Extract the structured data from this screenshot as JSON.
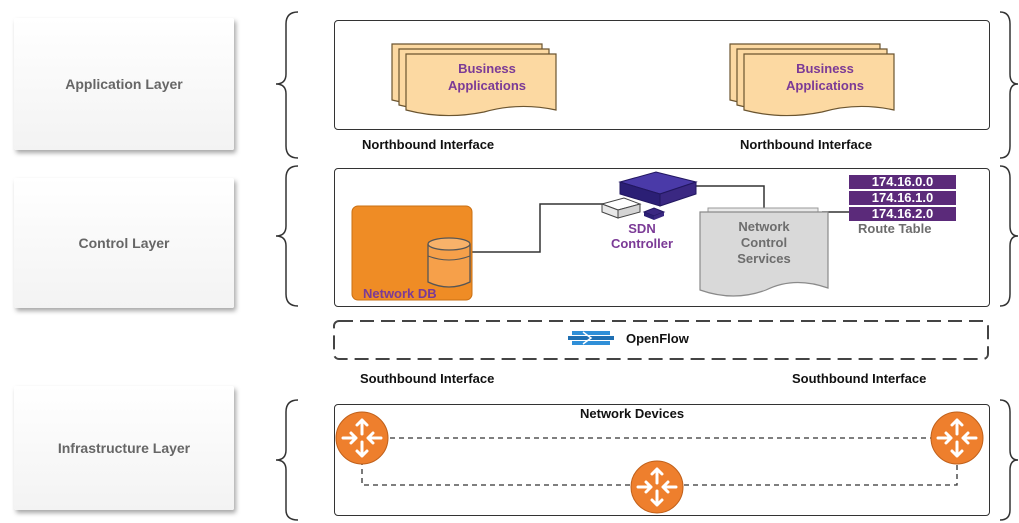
{
  "layers": {
    "application": "Application Layer",
    "control": "Control Layer",
    "infrastructure": "Infrastructure Layer"
  },
  "application": {
    "app1": [
      "Business",
      "Applications"
    ],
    "app2": [
      "Business",
      "Applications"
    ],
    "northbound_left": "Northbound Interface",
    "northbound_right": "Northbound Interface"
  },
  "control": {
    "network_db": "Network DB",
    "sdn_controller": [
      "SDN",
      "Controller"
    ],
    "network_control_services": [
      "Network",
      "Control",
      "Services"
    ],
    "route_table": {
      "entries": [
        "174.16.0.0",
        "174.16.1.0",
        "174.16.2.0"
      ],
      "label": "Route Table"
    }
  },
  "openflow": "OpenFlow",
  "southbound_left": "Southbound Interface",
  "southbound_right": "Southbound Interface",
  "infrastructure": {
    "title": "Network Devices"
  },
  "colors": {
    "app_fill": "#fcd9a2",
    "db_orange": "#ef8c25",
    "router_orange": "#ee7f2d",
    "label_purple": "#7b3a96",
    "route_bg": "#5b2a7a",
    "controller_purple": "#3a2882",
    "openflow_blue": "#1f6fb2"
  }
}
